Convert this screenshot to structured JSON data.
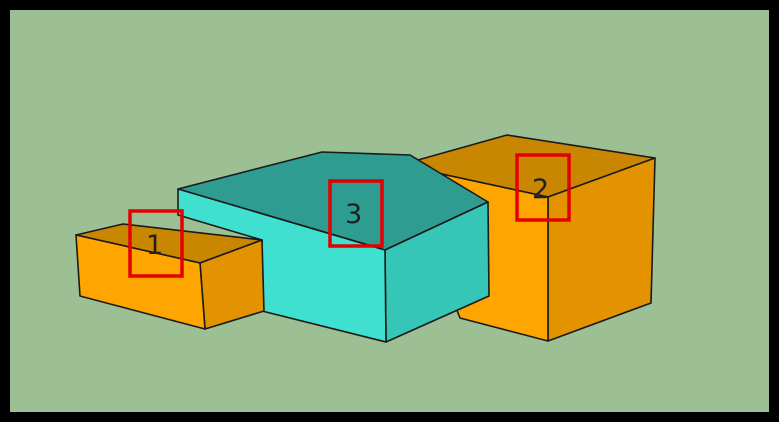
{
  "scene": {
    "background_color": "#9cbf94",
    "frame_color": "#000000",
    "marker_color": "#e30000",
    "colors": {
      "orange_top": "#c98600",
      "orange_front": "#ffa500",
      "orange_side": "#e39300",
      "cyan_top": "#2e9c90",
      "cyan_front": "#40e0d0",
      "cyan_side": "#35c6b8"
    },
    "boxes": [
      {
        "id": "1",
        "label": "1",
        "color_name": "orange"
      },
      {
        "id": "2",
        "label": "2",
        "color_name": "orange"
      },
      {
        "id": "3",
        "label": "3",
        "color_name": "cyan"
      }
    ]
  }
}
